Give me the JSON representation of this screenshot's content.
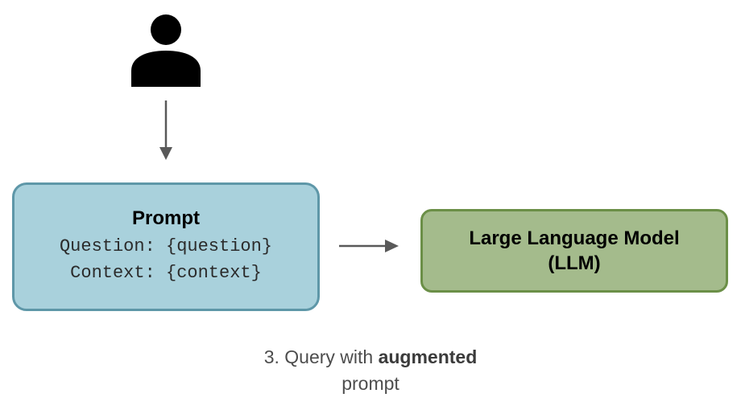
{
  "user": {
    "icon": "person-icon"
  },
  "prompt_box": {
    "title": "Prompt",
    "question_line": "Question: {question}",
    "context_line": "Context: {context}"
  },
  "llm_box": {
    "line1": "Large Language Model",
    "line2": "(LLM)"
  },
  "caption": {
    "prefix": "3. Query with ",
    "bold": "augmented",
    "suffix": "prompt"
  },
  "colors": {
    "prompt_fill": "#a9d1dc",
    "prompt_border": "#5e97a8",
    "llm_fill": "#a4bb8c",
    "llm_border": "#6b8f47",
    "arrow": "#595959"
  }
}
